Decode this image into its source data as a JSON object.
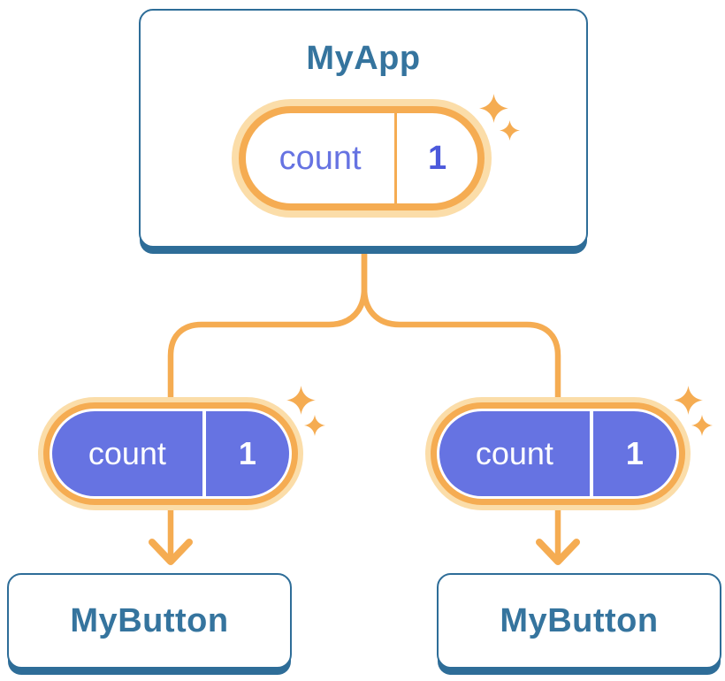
{
  "diagram": {
    "kind": "react-state-tree",
    "root_card": {
      "title": "MyApp",
      "state": {
        "name": "count",
        "value": "1"
      }
    },
    "child_cards": [
      {
        "title": "MyButton",
        "state": {
          "name": "count",
          "value": "1"
        }
      },
      {
        "title": "MyButton",
        "state": {
          "name": "count",
          "value": "1"
        }
      }
    ],
    "icons": {
      "sparkle": "sparkle-icon"
    },
    "colors": {
      "card_border_blue": "#2e6d98",
      "card_text_blue": "#35749e",
      "connector_orange": "#f5ac52",
      "pill_glow_orange": "#fbdda9",
      "state_purple": "#6673e2",
      "state_value_purple": "#4c59db",
      "background": "#ffffff"
    }
  }
}
